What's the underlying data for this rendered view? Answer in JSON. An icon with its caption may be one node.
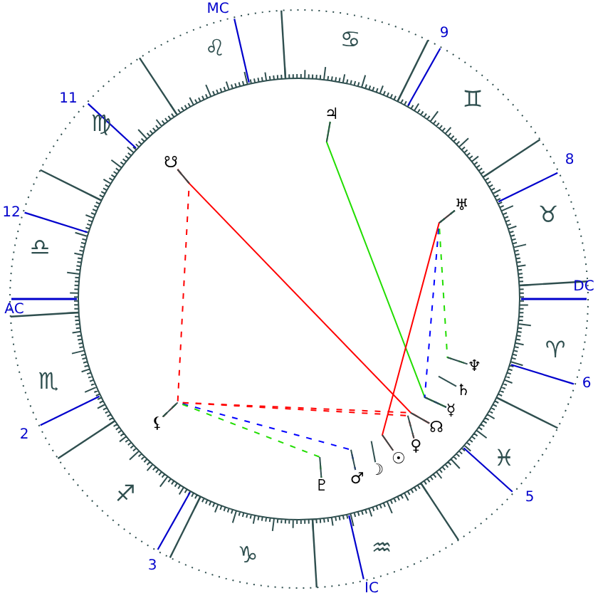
{
  "diagram": {
    "nodes": [
      {
        "text": [
          "♃"
        ]
      },
      {
        "text": [
          "☋"
        ]
      },
      {
        "text": [
          "♅"
        ]
      },
      {
        "text": [
          "♆"
        ]
      },
      {
        "text": [
          "♄"
        ]
      },
      {
        "text": [
          "☿"
        ]
      },
      {
        "text": [
          "⚸"
        ]
      },
      {
        "text": [
          "☊"
        ]
      },
      {
        "text": [
          "♀"
        ]
      },
      {
        "text": [
          "☉"
        ]
      },
      {
        "text": [
          "☽"
        ]
      },
      {
        "text": [
          "♂"
        ]
      },
      {
        "text": [
          "♇"
        ]
      }
    ],
    "edges": [
      {
        "from": 1,
        "to": 6,
        "arrow": "none",
        "style": "dashed",
        "color": "#ff0000"
      },
      {
        "from": 1,
        "to": 7,
        "arrow": "none",
        "color": "#ff0000"
      },
      {
        "from": 0,
        "to": 5,
        "arrow": "none",
        "color": "#22dd00"
      },
      {
        "from": 2,
        "to": 9,
        "arrow": "none",
        "color": "#ff0000"
      },
      {
        "from": 2,
        "to": 5,
        "arrow": "none",
        "style": "dashed",
        "color": "#0000ff"
      },
      {
        "from": 2,
        "to": 3,
        "arrow": "none",
        "style": "dashed",
        "color": "#22dd00"
      },
      {
        "from": 6,
        "to": 7,
        "arrow": "none",
        "style": "dashed",
        "color": "#ff0000"
      },
      {
        "from": 6,
        "to": 8,
        "arrow": "none",
        "style": "dashed",
        "color": "#ff0000"
      },
      {
        "from": 6,
        "to": 11,
        "arrow": "none",
        "style": "dashed",
        "color": "#0000ff"
      },
      {
        "from": 6,
        "to": 12,
        "arrow": "none",
        "style": "dashed",
        "color": "#22dd00"
      },
      {
        "from": 0,
        "to": null,
        "arrow": "none",
        "color": "#2f4f4f"
      },
      {
        "from": 1,
        "to": null,
        "arrow": "none",
        "color": "#2f4f4f"
      },
      {
        "from": 2,
        "to": null,
        "arrow": "none",
        "color": "#2f4f4f"
      },
      {
        "from": 3,
        "to": null,
        "arrow": "none",
        "color": "#2f4f4f"
      },
      {
        "from": 4,
        "to": null,
        "arrow": "none",
        "color": "#2f4f4f"
      },
      {
        "from": 5,
        "to": null,
        "arrow": "none",
        "color": "#2f4f4f"
      },
      {
        "from": 6,
        "to": null,
        "arrow": "none",
        "color": "#2f4f4f"
      },
      {
        "from": 7,
        "to": null,
        "arrow": "none",
        "color": "#2f4f4f"
      },
      {
        "from": 8,
        "to": null,
        "arrow": "none",
        "color": "#2f4f4f"
      },
      {
        "from": 9,
        "to": null,
        "arrow": "none",
        "color": "#2f4f4f"
      },
      {
        "from": 10,
        "to": null,
        "arrow": "none",
        "color": "#2f4f4f"
      },
      {
        "from": 11,
        "to": null,
        "arrow": "none",
        "color": "#2f4f4f"
      },
      {
        "from": 12,
        "to": null,
        "arrow": "none",
        "color": "#2f4f4f"
      }
    ],
    "labels": [
      "MC",
      "9",
      "♋",
      "♌",
      "11",
      "♊",
      "♍",
      "8",
      "12",
      "♉",
      "♎",
      "DC",
      "AC",
      "♈",
      "♏",
      "6",
      "2",
      "♓",
      "♐",
      "5",
      "♒",
      "♑",
      "3",
      "IC"
    ]
  }
}
